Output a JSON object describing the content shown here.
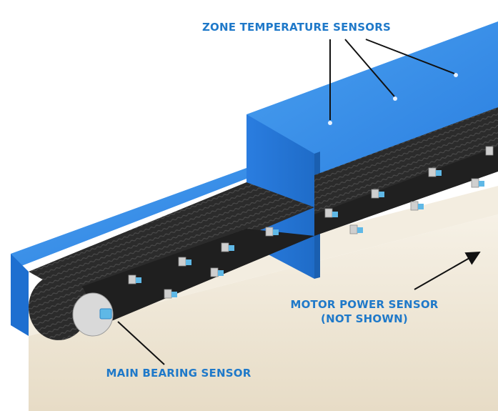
{
  "labels": {
    "zone_temperature": "ZONE TEMPERATURE SENSORS",
    "motor_power_line1": "MOTOR POWER SENSOR",
    "motor_power_line2": "(NOT SHOWN)",
    "main_bearing": "MAIN BEARING SENSOR"
  },
  "colors": {
    "label_text": "#1f79c9",
    "frame_blue": "#2f86e6",
    "belt_dark": "#2a2a2a",
    "floor": "#eee6d6",
    "sensor_blue": "#5fb8e6",
    "callout": "#111111"
  }
}
